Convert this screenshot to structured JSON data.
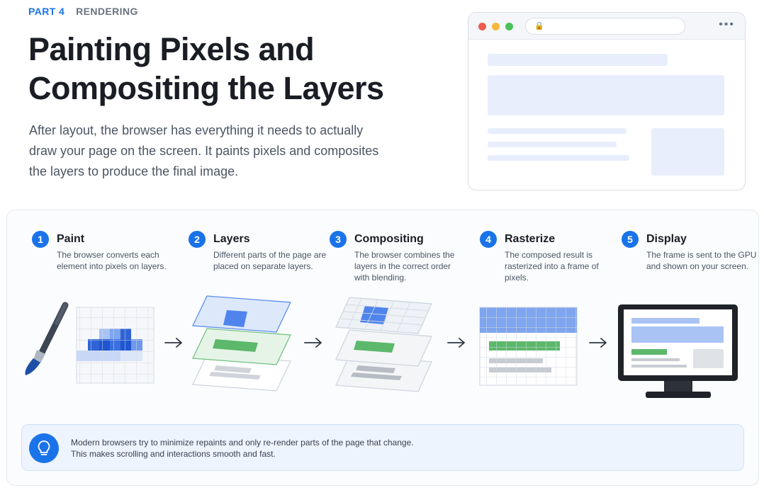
{
  "header": {
    "eyebrow_part": "PART 4",
    "eyebrow_section": "RENDERING",
    "title_line1": "Painting Pixels and",
    "title_line2": "Compositing the Layers",
    "intro": "After layout, the browser has everything it needs to actually draw your page on the screen. It paints pixels and composites the layers to produce the final image."
  },
  "browser_mockup": {
    "menu_icon": "more-icon",
    "lock_icon": "lock-icon"
  },
  "steps": [
    {
      "number": "1",
      "title": "Paint",
      "description": "The browser converts each element into pixels on layers."
    },
    {
      "number": "2",
      "title": "Layers",
      "description": "Different parts of the page are placed on separate layers."
    },
    {
      "number": "3",
      "title": "Compositing",
      "description": "The browser combines the layers in the correct order with blending."
    },
    {
      "number": "4",
      "title": "Rasterize",
      "description": "The composed result is rasterized into a frame of pixels."
    },
    {
      "number": "5",
      "title": "Display",
      "description": "The frame is sent to the GPU and shown on your screen."
    }
  ],
  "tip": {
    "icon": "lightbulb-icon",
    "line1": "Modern browsers try to minimize repaints and only re-render parts of the page that change.",
    "line2": "This makes scrolling and interactions smooth and fast."
  },
  "colors": {
    "accent": "#1a73e8",
    "layer_blue": "#5b8dee",
    "layer_green": "#5cb86b",
    "skeleton": "#e8eefb",
    "monitor": "#1f2228"
  }
}
